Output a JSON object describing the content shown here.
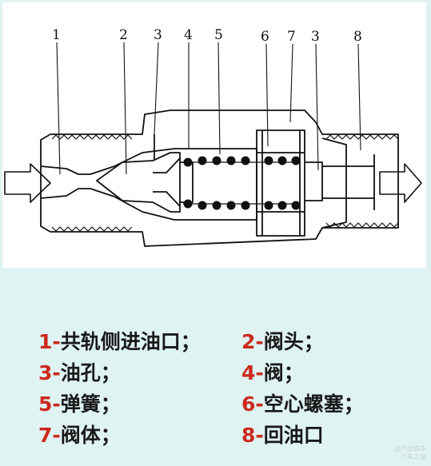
{
  "diagram": {
    "callouts": [
      "1",
      "2",
      "3",
      "4",
      "5",
      "6",
      "7",
      "3",
      "8"
    ]
  },
  "legend": [
    {
      "num": "1-",
      "text": "共轨侧进油口；"
    },
    {
      "num": "2-",
      "text": "阀头；"
    },
    {
      "num": "3-",
      "text": "油孔；"
    },
    {
      "num": "4-",
      "text": "阀；"
    },
    {
      "num": "5-",
      "text": "弹簧；"
    },
    {
      "num": "6-",
      "text": "空心螺塞；"
    },
    {
      "num": "7-",
      "text": "阀体；"
    },
    {
      "num": "8-",
      "text": "回油口"
    }
  ],
  "watermark": {
    "line1": "@汽修鹿车",
    "line2": "汽车之家"
  }
}
